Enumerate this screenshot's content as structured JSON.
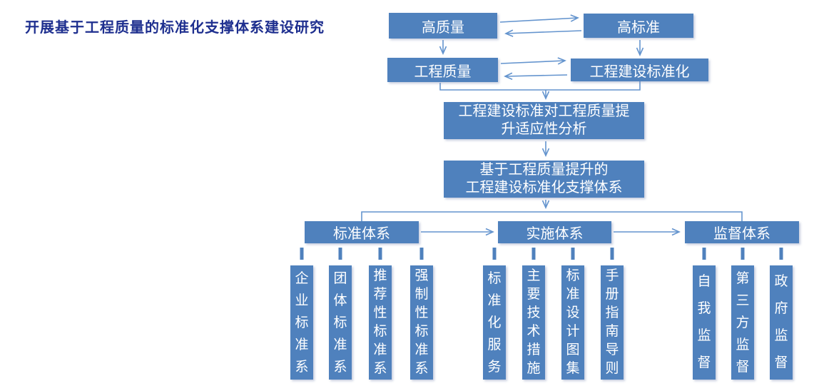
{
  "title": "开展基于工程质量的标准化支撑体系建设研究",
  "colors": {
    "node_fill": "#4F81BD",
    "node_text": "#FFFFFF",
    "connector_line": "#6494CE",
    "title_text": "#1E2F8F",
    "background": "#FFFFFF"
  },
  "flow": {
    "high_quality": "高质量",
    "high_standard": "高标准",
    "engineering_quality": "工程质量",
    "engineering_standardization": "工程建设标准化",
    "analysis": {
      "lines": [
        "工程建设标准对工程质量提",
        "升适应性分析"
      ]
    },
    "support": {
      "lines": [
        "基于工程质量提升的",
        "工程建设标准化支撑体系"
      ]
    }
  },
  "branches": [
    {
      "label": "标准体系",
      "columns": [
        "企业标准系",
        "团体标准系",
        "推荐性标准系",
        "强制性标准系"
      ]
    },
    {
      "label": "实施体系",
      "columns": [
        "标准化服务",
        "主要技术措施",
        "标准设计图集",
        "手册指南导则"
      ]
    },
    {
      "label": "监督体系",
      "columns": [
        "自我监督",
        "第三方监督",
        "政府监督"
      ]
    }
  ]
}
